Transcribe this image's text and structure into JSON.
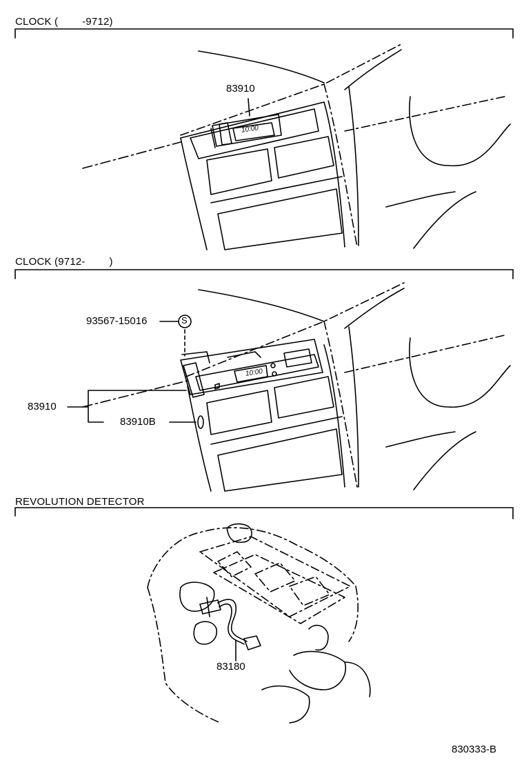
{
  "sections": [
    {
      "title": "CLOCK (        -9712)",
      "parts": [
        "83910"
      ]
    },
    {
      "title": "CLOCK (9712-        )",
      "parts": [
        "93567-15016",
        "S",
        "83910",
        "83910B"
      ]
    },
    {
      "title": "REVOLUTION DETECTOR",
      "parts": [
        "83180"
      ]
    }
  ],
  "clock_display_text": "10:00",
  "diagram_id": "830333-B",
  "colors": {
    "line": "#000000",
    "background": "#ffffff"
  }
}
